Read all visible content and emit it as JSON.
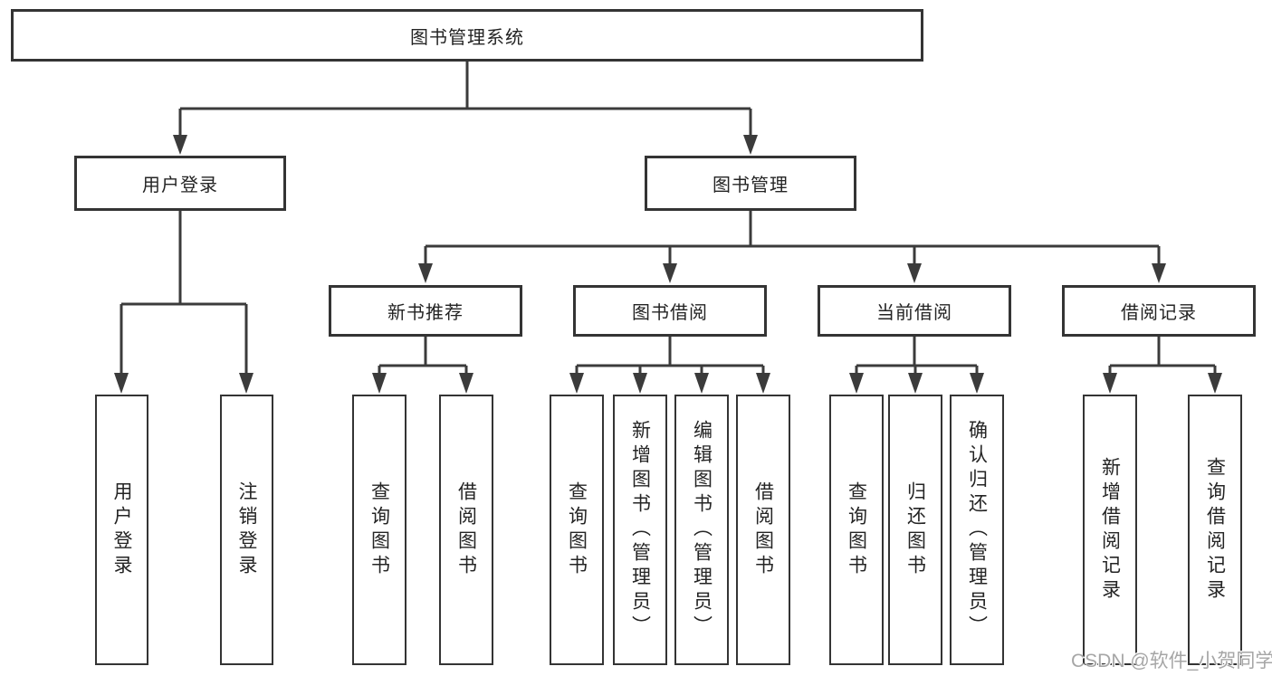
{
  "diagram": {
    "title_node": "图书管理系统",
    "colors": {
      "line": "#3b3b3b",
      "box_border": "#343434",
      "box_fill": "#ffffff",
      "text": "#242424",
      "watermark": "#a6a6a6"
    },
    "tree": {
      "root": {
        "label": "图书管理系统",
        "children": [
          {
            "label": "用户登录",
            "children": [
              {
                "label": "用户登录"
              },
              {
                "label": "注销登录"
              }
            ]
          },
          {
            "label": "图书管理",
            "children": [
              {
                "label": "新书推荐",
                "children": [
                  {
                    "label": "查询图书"
                  },
                  {
                    "label": "借阅图书"
                  }
                ]
              },
              {
                "label": "图书借阅",
                "children": [
                  {
                    "label": "查询图书"
                  },
                  {
                    "label": "新增图书（管理员）"
                  },
                  {
                    "label": "编辑图书（管理员）"
                  },
                  {
                    "label": "借阅图书"
                  }
                ]
              },
              {
                "label": "当前借阅",
                "children": [
                  {
                    "label": "查询图书"
                  },
                  {
                    "label": "归还图书"
                  },
                  {
                    "label": "确认归还（管理员）"
                  }
                ]
              },
              {
                "label": "借阅记录",
                "children": [
                  {
                    "label": "新增借阅记录"
                  },
                  {
                    "label": "查询借阅记录"
                  }
                ]
              }
            ]
          }
        ]
      }
    },
    "watermark": {
      "text": "CSDN @软件_小贺同学"
    }
  }
}
